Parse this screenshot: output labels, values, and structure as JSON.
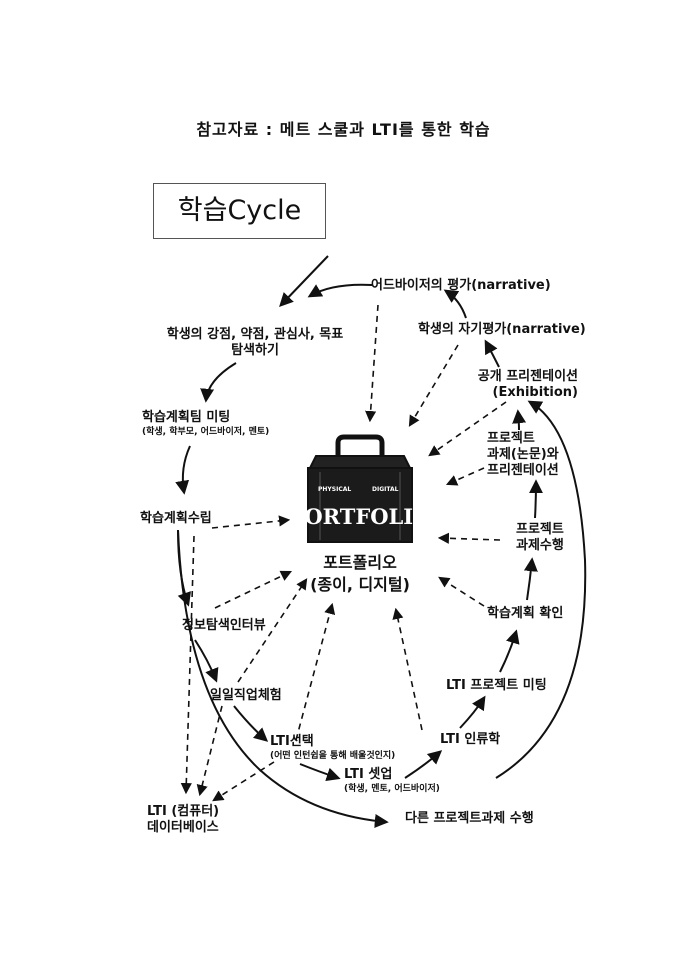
{
  "title": "참고자료 : 메트 스쿨과 LTI를 통한 학습",
  "cycle_label": "학습Cycle",
  "portfolio": {
    "box_text": "PORTFOLIO",
    "box_small_left": "PHYSICAL",
    "box_small_right": "DIGITAL",
    "caption_line1": "포트폴리오",
    "caption_line2": "(종이, 디지털)"
  },
  "nodes": {
    "advisor_eval": "어드바이저의 평가(narrative)",
    "self_eval": "학생의 자기평가(narrative)",
    "exhibition_line1": "공개 프리젠테이션",
    "exhibition_line2": "(Exhibition)",
    "project_pres_line1": "프로젝트",
    "project_pres_line2": "과제(논문)와",
    "project_pres_line3": "프리젠테이션",
    "project_exec_line1": "프로젝트",
    "project_exec_line2": "과제수행",
    "plan_confirm": "학습계획 확인",
    "lti_project_meeting": "LTI 프로젝트 미팅",
    "lti_interview": "LTI 인류학",
    "lti_setup": "LTI 셋업",
    "lti_setup_sub": "(학생, 멘토, 어드바이저)",
    "lti_select": "LTI선택",
    "lti_select_sub": "(어떤 인턴쉽을 통해 배울것인지)",
    "one_day_job": "일일직업체험",
    "info_interview": "정보탐색인터뷰",
    "plan_setup": "학습계획수립",
    "team_meeting": "학습계획팀 미팅",
    "team_meeting_sub": "(학생, 학부모, 어드바이저, 멘토)",
    "strengths_line1": "학생의 강점, 약점, 관심사, 목표",
    "strengths_line2": "탐색하기",
    "lti_db_line1": "LTI (컴퓨터)",
    "lti_db_line2": "데이터베이스",
    "other_project": "다른 프로젝트과제 수행"
  }
}
